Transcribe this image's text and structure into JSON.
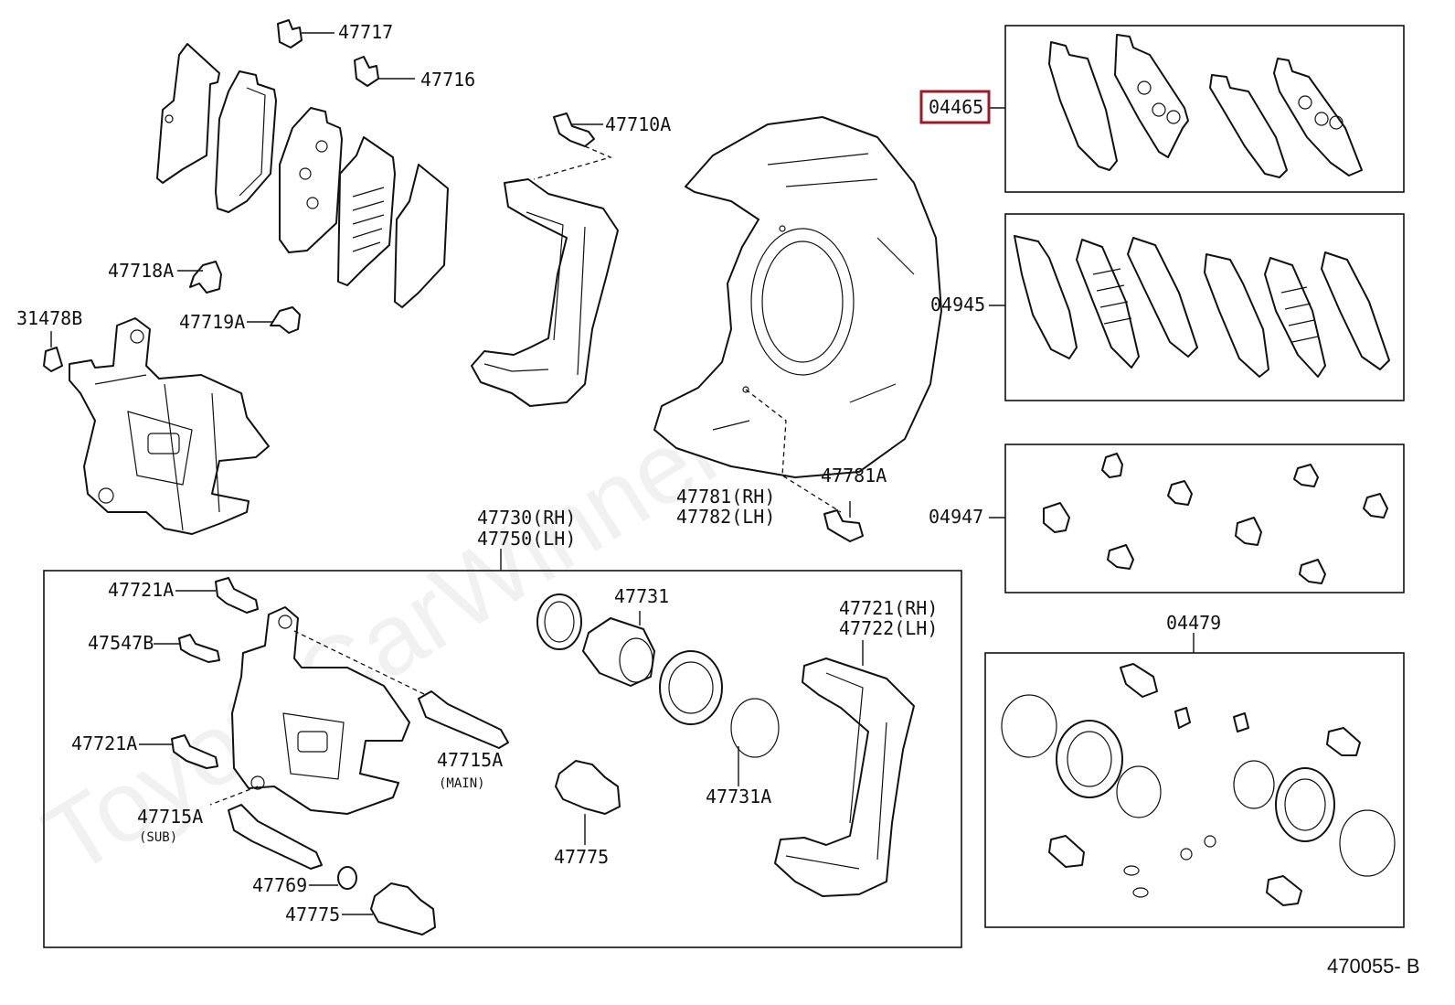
{
  "watermark": "ToyotaCarWinner.ru",
  "diagram_ref": "470055- B",
  "highlighted_part": "04465",
  "labels": {
    "p47717": "47717",
    "p47716": "47716",
    "p47710a": "47710A",
    "p47718a": "47718A",
    "p47719a": "47719A",
    "p31478b": "31478B",
    "p04465": "04465",
    "p04945": "04945",
    "p04947": "04947",
    "p04479": "04479",
    "p47781rh": "47781(RH)",
    "p47782lh": "47782(LH)",
    "p47781a": "47781A",
    "p47730rh": "47730(RH)",
    "p47750lh": "47750(LH)",
    "p47721a_top": "47721A",
    "p47547b": "47547B",
    "p47721a_mid": "47721A",
    "p47715a_main": "47715A",
    "main_note": "(MAIN)",
    "p47715a_sub": "47715A",
    "sub_note": "(SUB)",
    "p47769": "47769",
    "p47775_left": "47775",
    "p47731": "47731",
    "p47775_mid": "47775",
    "p47731a": "47731A",
    "p47721rh": "47721(RH)",
    "p47722lh": "47722(LH)"
  }
}
